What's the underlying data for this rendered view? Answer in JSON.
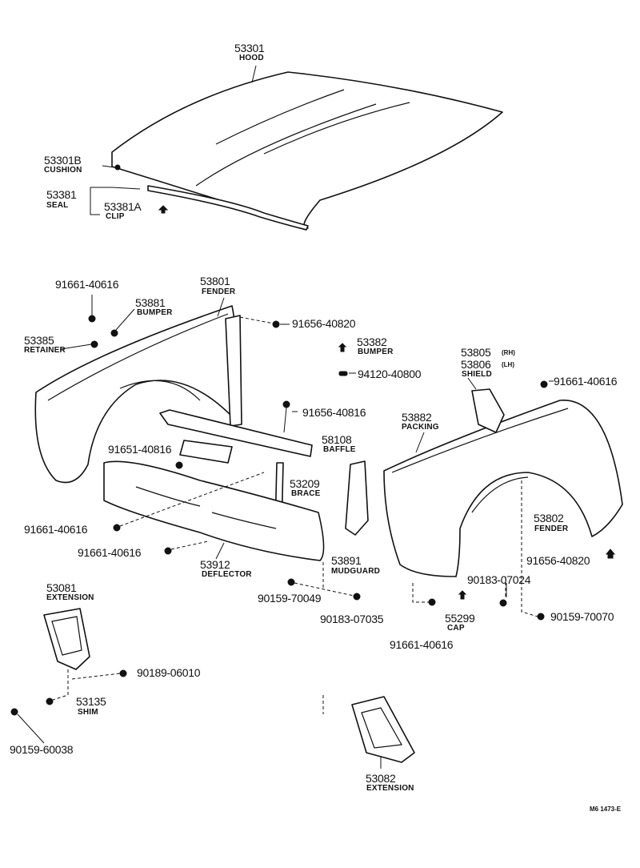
{
  "parts": {
    "hood": {
      "number": "53301",
      "name": "HOOD"
    },
    "cushion": {
      "number": "53301B",
      "name": "CUSHION"
    },
    "seal": {
      "number": "53381",
      "name": "SEAL"
    },
    "clip": {
      "number": "53381A",
      "name": "CLIP"
    },
    "bolt_top_left": {
      "number": "91661-40616"
    },
    "left_fender": {
      "number": "53801",
      "name": "FENDER"
    },
    "bumper_left": {
      "number": "53881",
      "name": "BUMPER"
    },
    "bolt_fender_top": {
      "number": "91656-40820"
    },
    "retainer": {
      "number": "53385",
      "name": "RETAINER"
    },
    "bumper_center": {
      "number": "53382",
      "name": "BUMPER"
    },
    "screw": {
      "number": "94120-40800"
    },
    "bolt_baffle": {
      "number": "91656-40816"
    },
    "baffle": {
      "number": "58108",
      "name": "BAFFLE"
    },
    "bolt_deflector_top": {
      "number": "91651-40816"
    },
    "brace": {
      "number": "53209",
      "name": "BRACE"
    },
    "bolt_deflector_left": {
      "number": "91661-40616"
    },
    "bolt_deflector_low": {
      "number": "91661-40616"
    },
    "deflector": {
      "number": "53912",
      "name": "DEFLECTOR"
    },
    "mudguard": {
      "number": "53891",
      "name": "MUDGUARD"
    },
    "bolt_mudguard": {
      "number": "90159-70049"
    },
    "nut_mudguard": {
      "number": "90183-07035"
    },
    "shield_rh": {
      "number": "53805",
      "side": "(RH)",
      "name": "SHIELD"
    },
    "shield_lh": {
      "number": "53806",
      "side": "(LH)"
    },
    "bolt_right_fender_top": {
      "number": "91661-40616"
    },
    "packing": {
      "number": "53882",
      "name": "PACKING"
    },
    "right_fender": {
      "number": "53802",
      "name": "FENDER"
    },
    "bolt_right_fender_side": {
      "number": "91656-40820"
    },
    "bolt_right_fender_low": {
      "number": "90183-07024"
    },
    "cap": {
      "number": "55299",
      "name": "CAP"
    },
    "nut_right_fender": {
      "number": "90159-70070"
    },
    "bolt_right_fender_bottom": {
      "number": "91661-40616"
    },
    "extension_left": {
      "number": "53081",
      "name": "EXTENSION"
    },
    "bolt_extension": {
      "number": "90189-06010"
    },
    "shim": {
      "number": "53135",
      "name": "SHIM"
    },
    "bolt_extension_low": {
      "number": "90159-60038"
    },
    "extension_right": {
      "number": "53082",
      "name": "EXTENSION"
    }
  },
  "footer": {
    "reference": "M6 1473-E"
  }
}
